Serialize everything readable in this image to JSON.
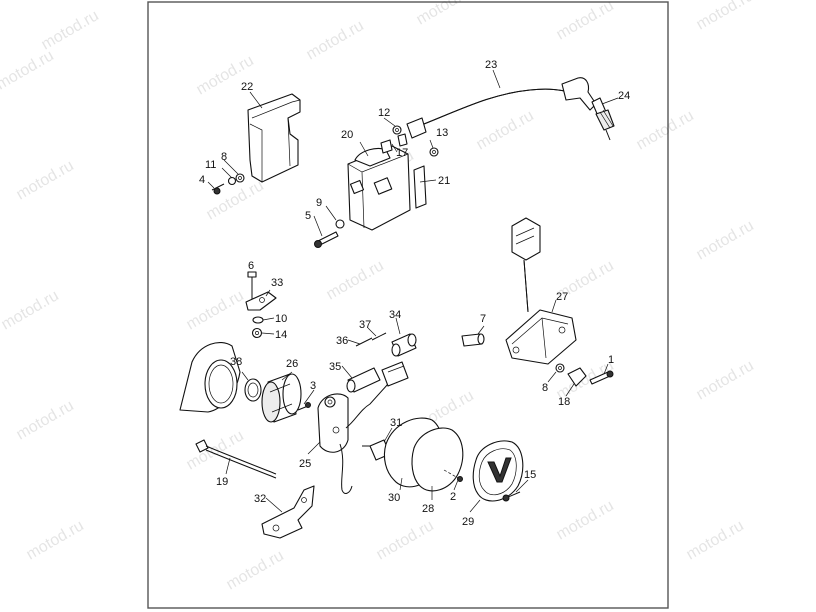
{
  "watermark": {
    "text": "motod.ru"
  },
  "callouts": {
    "c1": "1",
    "c2": "2",
    "c3": "3",
    "c4": "4",
    "c5": "5",
    "c6": "6",
    "c7": "7",
    "c8a": "8",
    "c8b": "8",
    "c9": "9",
    "c10": "10",
    "c11": "11",
    "c12": "12",
    "c13": "13",
    "c14": "14",
    "c15": "15",
    "c17": "17",
    "c18": "18",
    "c19": "19",
    "c20": "20",
    "c21": "21",
    "c22": "22",
    "c23": "23",
    "c24": "24",
    "c25": "25",
    "c26": "26",
    "c27": "27",
    "c28": "28",
    "c29": "29",
    "c30": "30",
    "c31": "31",
    "c32": "32",
    "c33": "33",
    "c34": "34",
    "c35": "35",
    "c36": "36",
    "c37": "37",
    "c38": "38"
  },
  "colors": {
    "line": "#111111",
    "paper": "#ffffff",
    "frame": "#555555"
  }
}
